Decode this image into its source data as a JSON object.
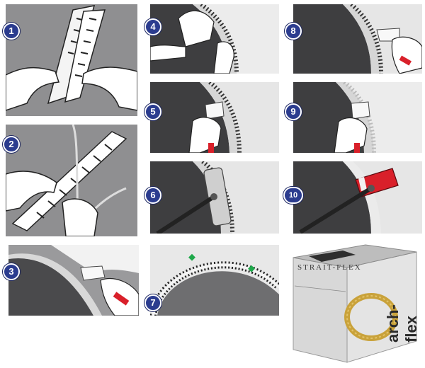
{
  "steps": [
    {
      "number": "1"
    },
    {
      "number": "2"
    },
    {
      "number": "3"
    },
    {
      "number": "4"
    },
    {
      "number": "5"
    },
    {
      "number": "6"
    },
    {
      "number": "7"
    },
    {
      "number": "8"
    },
    {
      "number": "9"
    },
    {
      "number": "10"
    }
  ],
  "product": {
    "brand": "STRAIT-FLEX",
    "name": "arch-flex"
  },
  "colors": {
    "badge": "#2b3c8f",
    "panel": "#8e8e90",
    "tool_red": "#d9202a"
  }
}
